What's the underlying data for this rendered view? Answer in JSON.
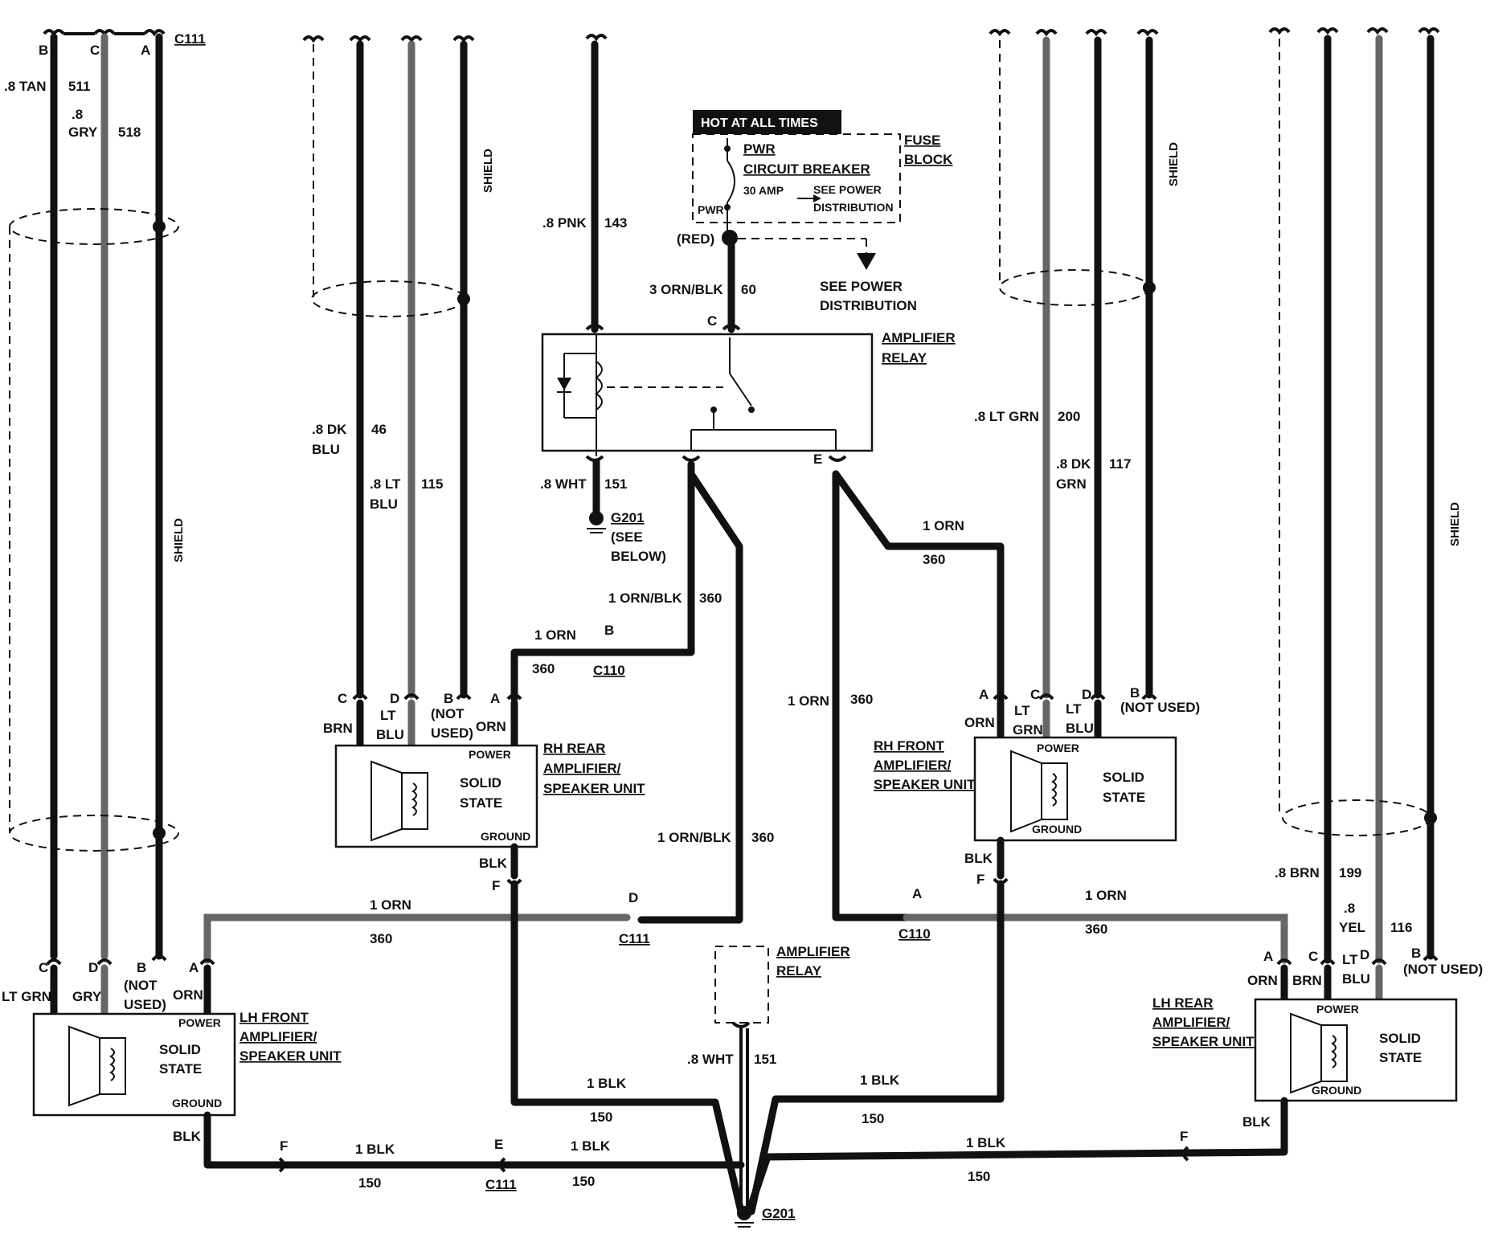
{
  "left_bundle": {
    "connector": "C111",
    "pins": [
      "B",
      "C",
      "A"
    ],
    "wire1_color": ".8 TAN",
    "wire1_num": "511",
    "wire2_gauge": ".8",
    "wire2_color": "GRY",
    "wire2_num": "518",
    "shield": "SHIELD"
  },
  "rh_rear_bundle": {
    "wire1_color_a": ".8 DK",
    "wire1_color_b": "BLU",
    "wire1_num": "46",
    "wire2_color_a": ".8 LT",
    "wire2_color_b": "BLU",
    "wire2_num": "115",
    "shield": "SHIELD"
  },
  "center_power": {
    "wire_color": ".8 PNK",
    "wire_num": "143",
    "hot_label": "HOT AT ALL TIMES",
    "pwr_top": "PWR",
    "breaker_label": "CIRCUIT BREAKER",
    "amp": "30 AMP",
    "see_power_a": "SEE POWER",
    "see_power_b": "DISTRIBUTION",
    "pwr_bottom": "PWR",
    "fuse_a": "FUSE",
    "fuse_b": "BLOCK",
    "red": "(RED)",
    "feed_color": "3 ORN/BLK",
    "feed_num": "60",
    "see_power2_a": "SEE POWER",
    "see_power2_b": "DISTRIBUTION"
  },
  "relay_top": {
    "label_a": "AMPLIFIER",
    "label_b": "RELAY",
    "pin_c": "C",
    "pin_e": "E",
    "gnd_color": ".8 WHT",
    "gnd_num": "151",
    "gnd_name": "G201",
    "gnd_note_a": "(SEE",
    "gnd_note_b": "BELOW)"
  },
  "rh_front_bundle": {
    "wire1_color": ".8 LT GRN",
    "wire1_num": "200",
    "wire2_color_a": ".8 DK",
    "wire2_color_b": "GRN",
    "wire2_num": "117",
    "shield": "SHIELD"
  },
  "far_right_bundle": {
    "shield": "SHIELD",
    "wire1_color": ".8 BRN",
    "wire1_num": "199",
    "wire2_gauge": ".8",
    "wire2_color": "YEL",
    "wire2_num": "116"
  },
  "wires": {
    "orn_blk_a": "1 ORN/BLK",
    "orn_blk_a_num": "360",
    "orn_b": "1 ORN",
    "orn_b_num": "360",
    "conn_b": "B",
    "c110": "C110",
    "orn_e": "1 ORN",
    "orn_e_num": "360",
    "orn_mid": "1 ORN",
    "orn_mid_num": "360",
    "orn_blk_b": "1 ORN/BLK",
    "orn_blk_b_num": "360",
    "orn_left": "1 ORN",
    "orn_left_num": "360",
    "conn_d": "D",
    "c111": "C111",
    "conn_a": "A",
    "c110b": "C110",
    "orn_right": "1 ORN",
    "orn_right_num": "360",
    "blk_l": "1 BLK",
    "blk_l_num": "150",
    "blk_r": "1 BLK",
    "blk_r_num": "150",
    "blk_bl1": "1 BLK",
    "blk_bl1_num": "150",
    "blk_bl2": "1 BLK",
    "blk_bl2_num": "150",
    "blk_br": "1 BLK",
    "blk_br_num": "150",
    "conn_f": "F",
    "conn_e": "E",
    "c111b": "C111",
    "conn_f2": "F",
    "wht": ".8 WHT",
    "wht_num": "151",
    "g201": "G201",
    "blk": "BLK"
  },
  "relay_bottom": {
    "label_a": "AMPLIFIER",
    "label_b": "RELAY"
  },
  "units": {
    "rh_rear": {
      "name_a": "RH REAR",
      "name_b": "AMPLIFIER/",
      "name_c": "SPEAKER UNIT",
      "power": "POWER",
      "ground": "GROUND",
      "state_a": "SOLID",
      "state_b": "STATE",
      "pins": [
        "C",
        "D",
        "B",
        "A"
      ],
      "pin_labels": [
        "BRN",
        "LT",
        "BLU",
        "(NOT",
        "USED)",
        "ORN"
      ],
      "f": "F",
      "blk": "BLK"
    },
    "rh_front": {
      "name_a": "RH FRONT",
      "name_b": "AMPLIFIER/",
      "name_c": "SPEAKER UNIT",
      "power": "POWER",
      "ground": "GROUND",
      "state_a": "SOLID",
      "state_b": "STATE",
      "pins": [
        "A",
        "C",
        "D",
        "B"
      ],
      "pin_labels": [
        "ORN",
        "LT",
        "GRN",
        "LT",
        "BLU",
        "(NOT USED)"
      ],
      "f": "F",
      "blk": "BLK"
    },
    "lh_front": {
      "name_a": "LH FRONT",
      "name_b": "AMPLIFIER/",
      "name_c": "SPEAKER UNIT",
      "power": "POWER",
      "ground": "GROUND",
      "state_a": "SOLID",
      "state_b": "STATE",
      "pins": [
        "C",
        "D",
        "B",
        "A"
      ],
      "pin_labels": [
        "LT GRN",
        "GRY",
        "(NOT",
        "USED)",
        "ORN"
      ],
      "blk": "BLK"
    },
    "lh_rear": {
      "name_a": "LH REAR",
      "name_b": "AMPLIFIER/",
      "name_c": "SPEAKER UNIT",
      "power": "POWER",
      "ground": "GROUND",
      "state_a": "SOLID",
      "state_b": "STATE",
      "pins": [
        "A",
        "C",
        "D",
        "B"
      ],
      "pin_labels": [
        "ORN",
        "BRN",
        "LT",
        "BLU",
        "(NOT USED)"
      ],
      "blk": "BLK"
    }
  }
}
